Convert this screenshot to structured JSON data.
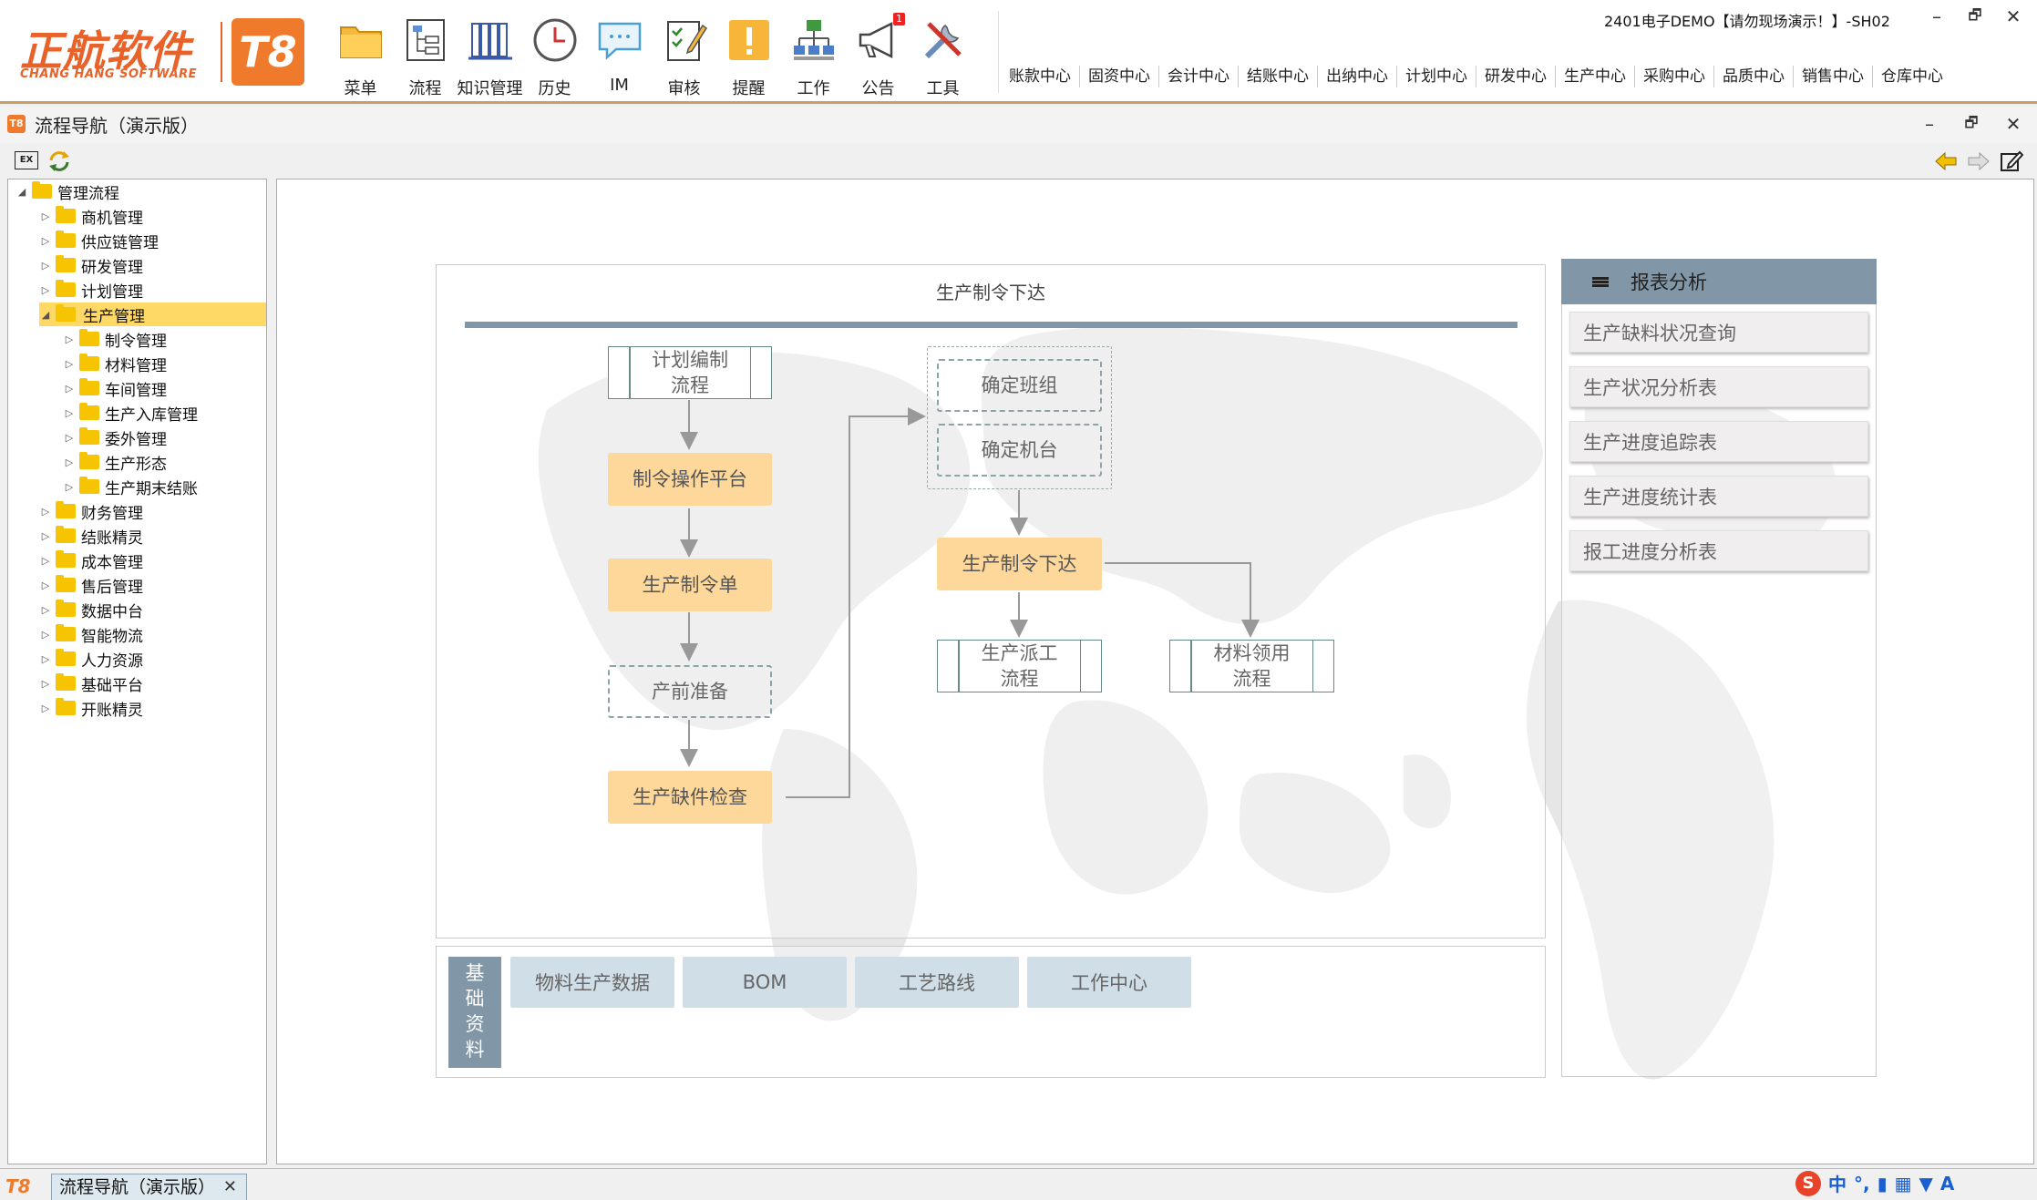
{
  "brand": {
    "cn": "正航软件",
    "en": "CHANG HANG SOFTWARE",
    "t8": "T8"
  },
  "window_title": "2401电子DEMO【请勿现场演示！】-SH02",
  "window_controls": {
    "minimize": "–",
    "restore": "🗗",
    "close": "✕"
  },
  "toolbar": [
    {
      "label": "菜单",
      "icon": "folder-icon"
    },
    {
      "label": "流程",
      "icon": "flow-icon"
    },
    {
      "label": "知识管理",
      "icon": "books-icon"
    },
    {
      "label": "历史",
      "icon": "clock-icon"
    },
    {
      "label": "IM",
      "icon": "chat-icon"
    },
    {
      "label": "审核",
      "icon": "checklist-icon"
    },
    {
      "label": "提醒",
      "icon": "alert-icon"
    },
    {
      "label": "工作",
      "icon": "org-icon"
    },
    {
      "label": "公告",
      "icon": "megaphone-icon",
      "badge": "1"
    },
    {
      "label": "工具",
      "icon": "tools-icon"
    }
  ],
  "centers": [
    "账款中心",
    "固资中心",
    "会计中心",
    "结账中心",
    "出纳中心",
    "计划中心",
    "研发中心",
    "生产中心",
    "采购中心",
    "品质中心",
    "销售中心",
    "仓库中心"
  ],
  "subwindow": {
    "title": "流程导航（演示版）",
    "icon": "T8"
  },
  "tree": {
    "root": "管理流程",
    "items": [
      {
        "label": "商机管理",
        "level": 1
      },
      {
        "label": "供应链管理",
        "level": 1
      },
      {
        "label": "研发管理",
        "level": 1
      },
      {
        "label": "计划管理",
        "level": 1
      },
      {
        "label": "生产管理",
        "level": 1,
        "expanded": true,
        "selected": true
      },
      {
        "label": "制令管理",
        "level": 2
      },
      {
        "label": "材料管理",
        "level": 2
      },
      {
        "label": "车间管理",
        "level": 2
      },
      {
        "label": "生产入库管理",
        "level": 2
      },
      {
        "label": "委外管理",
        "level": 2
      },
      {
        "label": "生产形态",
        "level": 2
      },
      {
        "label": "生产期末结账",
        "level": 2
      },
      {
        "label": "财务管理",
        "level": 1
      },
      {
        "label": "结账精灵",
        "level": 1
      },
      {
        "label": "成本管理",
        "level": 1
      },
      {
        "label": "售后管理",
        "level": 1
      },
      {
        "label": "数据中台",
        "level": 1
      },
      {
        "label": "智能物流",
        "level": 1
      },
      {
        "label": "人力资源",
        "level": 1
      },
      {
        "label": "基础平台",
        "level": 1
      },
      {
        "label": "开账精灵",
        "level": 1
      }
    ]
  },
  "flow": {
    "title": "生产制令下达",
    "plan": "计划编制\n流程",
    "platform": "制令操作平台",
    "order": "生产制令单",
    "prep": "产前准备",
    "check": "生产缺件检查",
    "team": "确定班组",
    "machine": "确定机台",
    "release": "生产制令下达",
    "dispatch": "生产派工\n流程",
    "material": "材料领用\n流程"
  },
  "report": {
    "header": "报表分析",
    "items": [
      "生产缺料状况查询",
      "生产状况分析表",
      "生产进度追踪表",
      "生产进度统计表",
      "报工进度分析表"
    ]
  },
  "base": {
    "label": "基\n础\n资\n料",
    "items": [
      "物料生产数据",
      "BOM",
      "工艺路线",
      "工作中心"
    ]
  },
  "statusbar": {
    "logo": "T8",
    "tab": "流程导航（演示版）",
    "tab_close": "✕",
    "ime": "中"
  }
}
